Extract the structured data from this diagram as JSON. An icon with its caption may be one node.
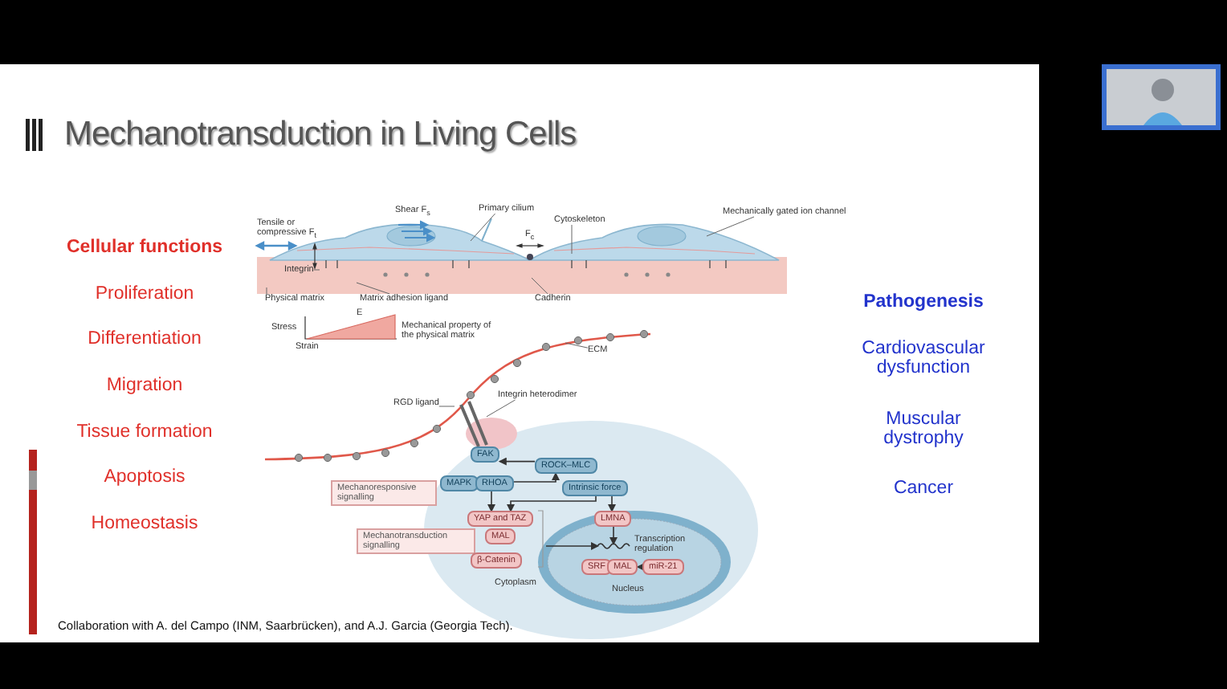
{
  "diagram": {
    "title": "Mechanotransduction in Living Cells",
    "caption": "Collaboration with A. del Campo (INM, Saarbrücken), and A.J. Garcia (Georgia Tech).",
    "nodes": [
      {
        "text": [
          "Primary cilium"
        ]
      },
      {
        "text": [
          "Cytoskeleton"
        ]
      },
      {
        "text": [
          "Mechanically gated ion channel"
        ]
      },
      {
        "text": [
          "Integrin"
        ]
      },
      {
        "text": [
          "Physical matrix"
        ]
      },
      {
        "text": [
          "Matrix adhesion ligand"
        ]
      },
      {
        "text": [
          "Cadherin"
        ]
      },
      {
        "text": [
          "ECM"
        ]
      },
      {
        "text": [
          "RGD ligand"
        ]
      },
      {
        "text": [
          "Integrin heterodimer"
        ]
      },
      {
        "text": [
          "FAK"
        ]
      },
      {
        "text": [
          "ROCK–MLC"
        ]
      },
      {
        "text": [
          "MAPK"
        ]
      },
      {
        "text": [
          "RHOA"
        ]
      },
      {
        "text": [
          "Intrinsic force"
        ]
      },
      {
        "text": [
          "Mechanoresponsive signalling"
        ]
      },
      {
        "text": [
          "YAP and TAZ"
        ]
      },
      {
        "text": [
          "MAL"
        ]
      },
      {
        "text": [
          "LMNA"
        ]
      },
      {
        "text": [
          "Mechanotransduction signalling"
        ]
      },
      {
        "text": [],
        "shape": "picture",
        "beside": [
          "Transcription regulation"
        ]
      },
      {
        "text": [
          "β-Catenin"
        ]
      },
      {
        "text": [
          "SRF"
        ]
      },
      {
        "text": [
          "MAL"
        ]
      },
      {
        "text": [
          "miR-21"
        ]
      },
      {
        "text": [],
        "shape": "picture"
      }
    ],
    "edges": [
      {
        "from": 0,
        "to": null,
        "arrow": "none"
      },
      {
        "from": 1,
        "to": null,
        "arrow": "none"
      },
      {
        "from": 2,
        "to": null,
        "arrow": "none"
      },
      {
        "from": 3,
        "to": null,
        "arrow": "none"
      },
      {
        "from": 4,
        "to": null,
        "arrow": "none"
      },
      {
        "from": 5,
        "to": null,
        "arrow": "none"
      },
      {
        "from": 6,
        "to": null,
        "arrow": "none"
      },
      {
        "from": 7,
        "to": null,
        "arrow": "none"
      },
      {
        "from": 8,
        "to": null,
        "arrow": "none"
      },
      {
        "from": 9,
        "to": 25,
        "arrow": "none"
      },
      {
        "from": 11,
        "to": 10,
        "arrow": "to"
      },
      {
        "from": 13,
        "to": 11,
        "arrow": "to"
      },
      {
        "from": 13,
        "to": 16,
        "arrow": "to"
      },
      {
        "from": 14,
        "to": 16,
        "arrow": "to"
      },
      {
        "from": 14,
        "to": 18,
        "arrow": "to"
      },
      {
        "from": 18,
        "to": 20,
        "arrow": "to"
      },
      {
        "from": null,
        "to": 20,
        "arrow": "to"
      },
      {
        "from": 24,
        "to": 23,
        "arrow": "to"
      }
    ],
    "labels": [
      "Cellular functions",
      "Proliferation",
      "Differentiation",
      "Migration",
      "Tissue formation",
      "Apoptosis",
      "Homeostasis",
      "Shear F$_{s}$",
      "Tensile or compressive F$_{t}$",
      "F$_{c}$",
      "Stress",
      "E",
      "Strain",
      "Mechanical property of the physical matrix",
      "Cytoplasm",
      "Nucleus",
      "Pathogenesis",
      "Cardiovascular dysfunction",
      "Muscular dystrophy",
      "Cancer"
    ]
  }
}
